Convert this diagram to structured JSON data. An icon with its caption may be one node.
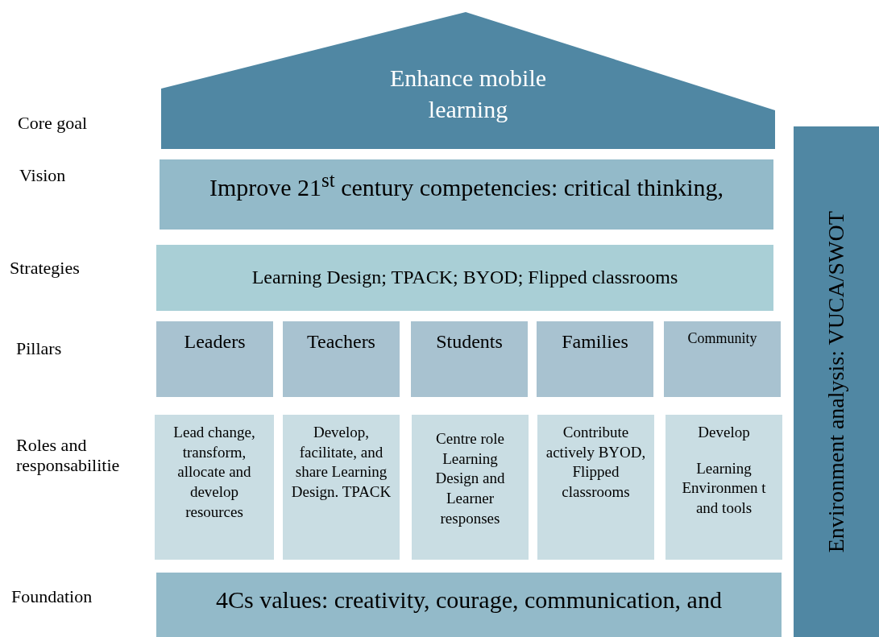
{
  "diagram": {
    "nodes": [
      {
        "text": [
          "Enhance mobile learning"
        ]
      },
      {
        "text": [
          "Improve 21$^{st}$ century competencies: critical thinking,"
        ]
      },
      {
        "text": [
          "Learning Design; TPACK; BYOD; Flipped classrooms"
        ]
      },
      {
        "text": [
          "Leaders"
        ]
      },
      {
        "text": [
          "Teachers"
        ]
      },
      {
        "text": [
          "Students"
        ]
      },
      {
        "text": [
          "Families"
        ]
      },
      {
        "text": [
          "Community"
        ]
      },
      {
        "text": [
          "Lead change, transform, allocate and develop resources"
        ]
      },
      {
        "text": [
          "Develop, facilitate, and share Learning Design. TPACK"
        ]
      },
      {
        "text": [
          "Centre role Learning Design and Learner responses"
        ]
      },
      {
        "text": [
          "Contribute actively BYOD, Flipped classrooms"
        ]
      },
      {
        "text": [
          "Develop",
          "Learning Environmen t and tools"
        ]
      },
      {
        "text": [
          "4Cs values: creativity, courage, communication, and"
        ]
      },
      {
        "text": [
          "Environment analysis: VUCA/SWOT"
        ]
      }
    ],
    "edges": [],
    "labels": [
      "Core goal",
      "Vision",
      "Strategies",
      "Pillars",
      "Roles and responsabilitie",
      "Foundation"
    ]
  }
}
